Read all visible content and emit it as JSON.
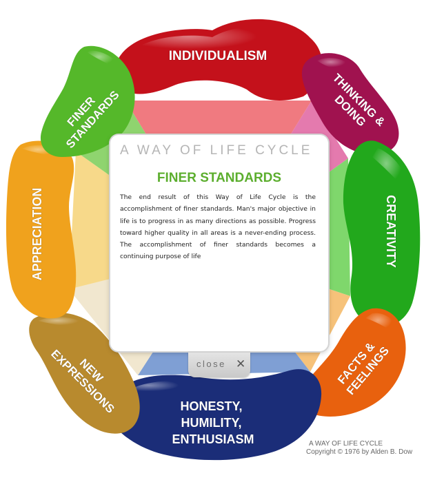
{
  "segments": {
    "individualism": {
      "label": "INDIVIDUALISM",
      "color": "#c4111b"
    },
    "thinking_doing": {
      "lines": [
        "THINKING &",
        "DOING"
      ],
      "color": "#a0124f"
    },
    "creativity": {
      "label": "CREATIVITY",
      "color": "#22a81c"
    },
    "facts_feelings": {
      "lines": [
        "FACTS &",
        "FEELINGS"
      ],
      "color": "#e8610e"
    },
    "honesty": {
      "lines": [
        "HONESTY,",
        "HUMILITY,",
        "ENTHUSIASM"
      ],
      "color": "#1b2d78"
    },
    "new_expressions": {
      "lines": [
        "NEW",
        "EXPRESSIONS"
      ],
      "color": "#b88a2e"
    },
    "appreciation": {
      "label": "APPRECIATION",
      "color": "#f0a21d"
    },
    "finer_standards": {
      "lines": [
        "FINER",
        "STANDARDS"
      ],
      "color": "#55b82a"
    }
  },
  "panel": {
    "title": "A WAY OF LIFE CYCLE",
    "heading": "FINER STANDARDS",
    "body": "The end result of this Way of Life Cycle is the accomplishment of finer standards. Man's major objective in life is to progress in as many directions as possible. Progress toward higher quality in all areas is a never-ending process. The accomplishment of finer standards becomes a continuing purpose of life"
  },
  "close_button": {
    "label": "close"
  },
  "footer": {
    "title": "A WAY OF LIFE CYCLE",
    "copyright": "Copyright © 1976 by Alden B. Dow"
  }
}
